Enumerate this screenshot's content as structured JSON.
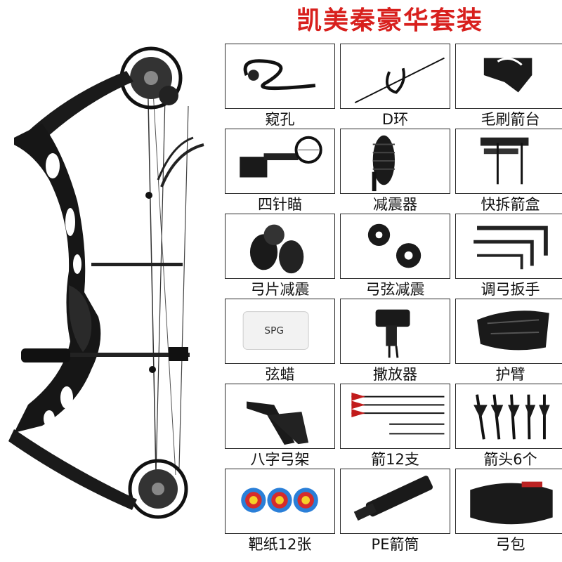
{
  "title": "凯美秦豪华套装",
  "items": [
    {
      "label": "窥孔",
      "icon": "peep-sight-icon"
    },
    {
      "label": "D环",
      "icon": "d-loop-icon"
    },
    {
      "label": "毛刷箭台",
      "icon": "brush-arrow-rest-icon"
    },
    {
      "label": "四针瞄",
      "icon": "four-pin-sight-icon"
    },
    {
      "label": "减震器",
      "icon": "stabilizer-icon"
    },
    {
      "label": "快拆箭盒",
      "icon": "quiver-icon"
    },
    {
      "label": "弓片减震",
      "icon": "limb-damper-icon"
    },
    {
      "label": "弓弦减震",
      "icon": "string-damper-icon"
    },
    {
      "label": "调弓扳手",
      "icon": "hex-wrench-icon"
    },
    {
      "label": "弦蜡",
      "icon": "string-wax-icon"
    },
    {
      "label": "撒放器",
      "icon": "release-aid-icon"
    },
    {
      "label": "护臂",
      "icon": "arm-guard-icon"
    },
    {
      "label": "八字弓架",
      "icon": "bow-stand-icon"
    },
    {
      "label": "箭12支",
      "icon": "arrows-icon"
    },
    {
      "label": "箭头6个",
      "icon": "broadheads-icon"
    },
    {
      "label": "靶纸12张",
      "icon": "target-paper-icon"
    },
    {
      "label": "PE箭筒",
      "icon": "arrow-tube-icon"
    },
    {
      "label": "弓包",
      "icon": "bow-bag-icon"
    }
  ],
  "wax_brand": "SPG",
  "colors": {
    "title": "#d8201d",
    "border": "#2a2a2a",
    "dark": "#1a1a1a"
  }
}
